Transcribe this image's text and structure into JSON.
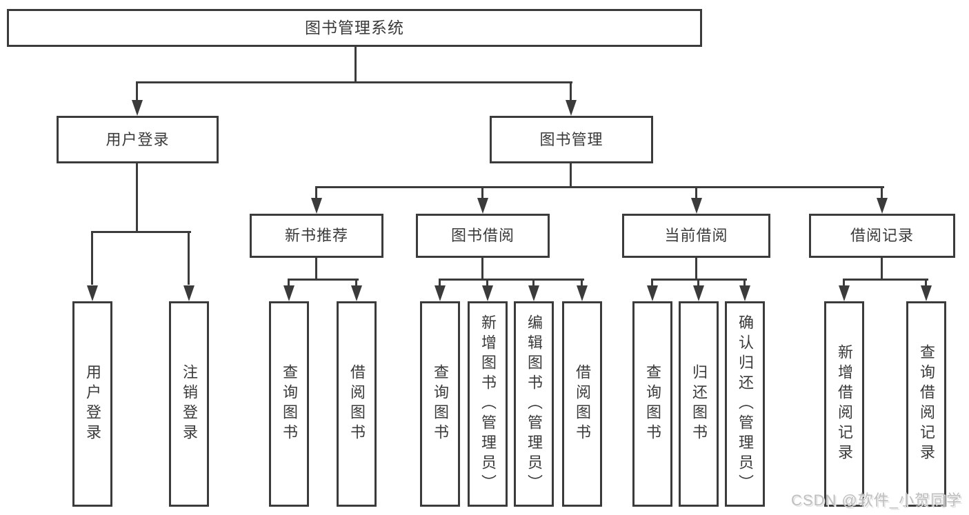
{
  "diagram": {
    "tree": {
      "label": "图书管理系统",
      "children": [
        {
          "label": "用户登录",
          "children": [
            {
              "label": "用户登录"
            },
            {
              "label": "注销登录"
            }
          ]
        },
        {
          "label": "图书管理",
          "children": [
            {
              "label": "新书推荐",
              "children": [
                {
                  "label": "查询图书"
                },
                {
                  "label": "借阅图书"
                }
              ]
            },
            {
              "label": "图书借阅",
              "children": [
                {
                  "label": "查询图书"
                },
                {
                  "label": "新增图书（管理员）"
                },
                {
                  "label": "编辑图书（管理员）"
                },
                {
                  "label": "借阅图书"
                }
              ]
            },
            {
              "label": "当前借阅",
              "children": [
                {
                  "label": "查询图书"
                },
                {
                  "label": "归还图书"
                },
                {
                  "label": "确认归还（管理员）"
                }
              ]
            },
            {
              "label": "借阅记录",
              "children": [
                {
                  "label": "新增借阅记录"
                },
                {
                  "label": "查询借阅记录"
                }
              ]
            }
          ]
        }
      ]
    },
    "watermark": "CSDN @软件_小贺同学",
    "colors": {
      "line": "#3b3b3b",
      "text": "#3a3a3a",
      "background": "#ffffff",
      "watermark": "#bfbfbf"
    }
  }
}
